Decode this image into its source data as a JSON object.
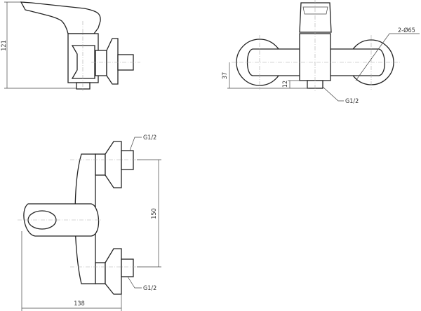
{
  "dimensions": {
    "side_height": "121",
    "front_offset": "37",
    "front_outlet": "12",
    "flange_diameter": "2-Ø65",
    "outlet_thread": "G1/2",
    "inlet_top_thread": "G1/2",
    "inlet_bottom_thread": "G1/2",
    "inlet_spacing": "150",
    "overall_depth": "138"
  },
  "colors": {
    "line": "#222222",
    "centerline": "#aaaaaa",
    "background": "#ffffff"
  }
}
